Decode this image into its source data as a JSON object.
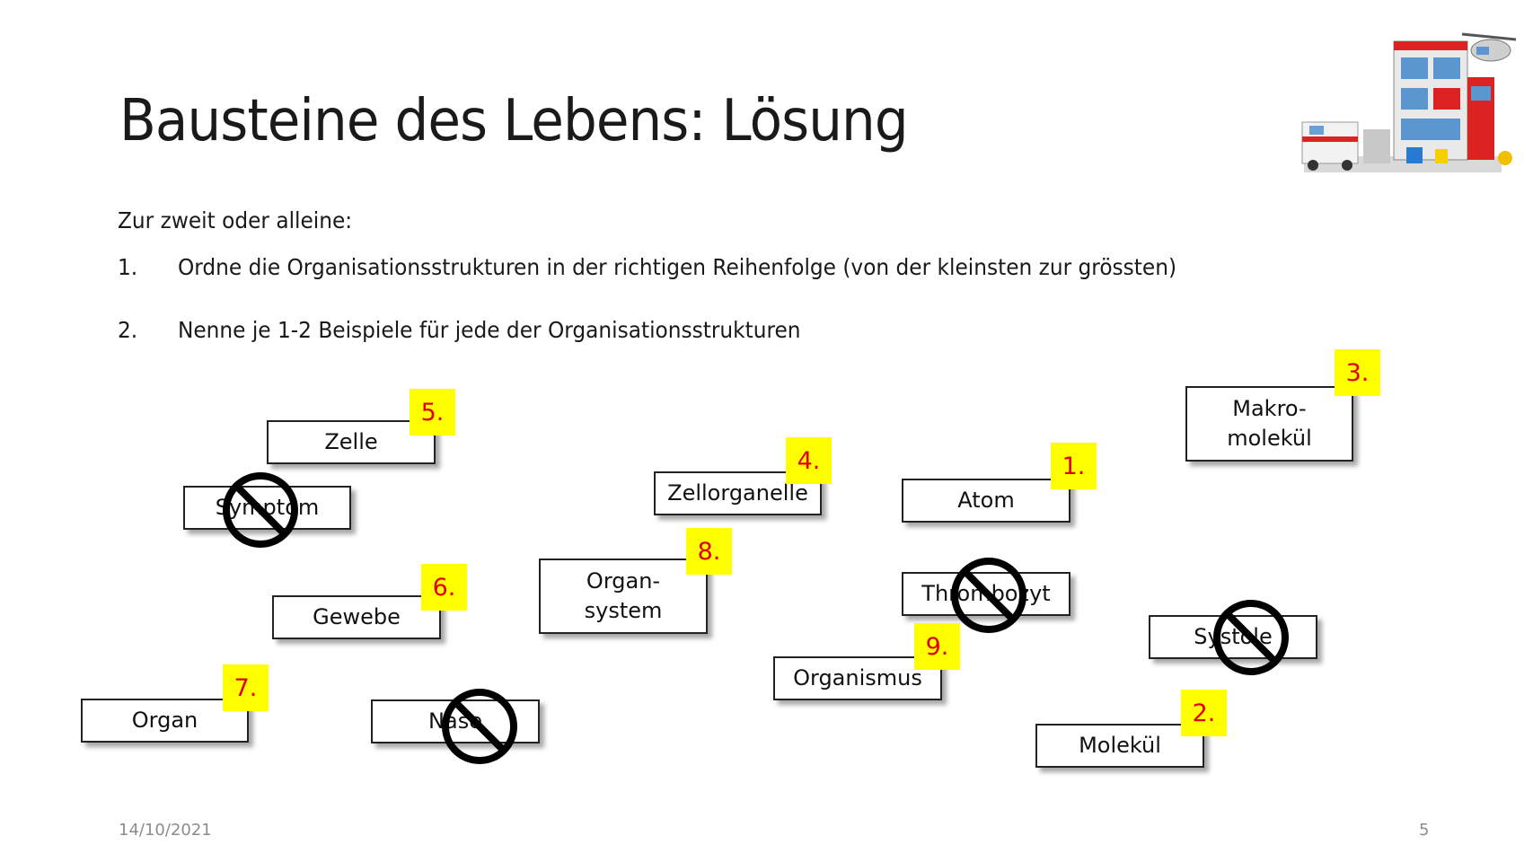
{
  "slide": {
    "title": "Bausteine des Lebens: Lösung",
    "intro": "Zur zweit oder alleine:",
    "tasks": [
      {
        "number": "1.",
        "text": "Ordne die Organisationsstrukturen in der richtigen Reihenfolge (von der kleinsten zur grössten)"
      },
      {
        "number": "2.",
        "text": "Nenne je 1-2 Beispiele für jede der Organisationsstrukturen"
      }
    ]
  },
  "cards": {
    "zelle": "Zelle",
    "symptom": "Symptom",
    "gewebe": "Gewebe",
    "organ": "Organ",
    "nase": "Nase",
    "organ_system_line1": "Organ-",
    "organ_system_line2": "system",
    "zellorganelle": "Zellorganelle",
    "organismus": "Organismus",
    "atom": "Atom",
    "thrombozyt": "Thrombozyt",
    "makromolekuel_line1": "Makro-",
    "makromolekuel_line2": "molekül",
    "systole": "Systole",
    "molekuel": "Molekül"
  },
  "badges": {
    "atom": "1.",
    "molekuel": "2.",
    "makromolekuel": "3.",
    "zellorganelle": "4.",
    "zelle": "5.",
    "gewebe": "6.",
    "organ": "7.",
    "organ_system": "8.",
    "organismus": "9."
  },
  "icons": {
    "crossed_out": "no-entry-icon",
    "logo": "lego-hospital-icon"
  },
  "colors": {
    "badge_bg": "#ffff00",
    "badge_text": "#e00000",
    "footer_text": "#8c8c8c"
  },
  "footer": {
    "date": "14/10/2021",
    "page_number": "5"
  }
}
